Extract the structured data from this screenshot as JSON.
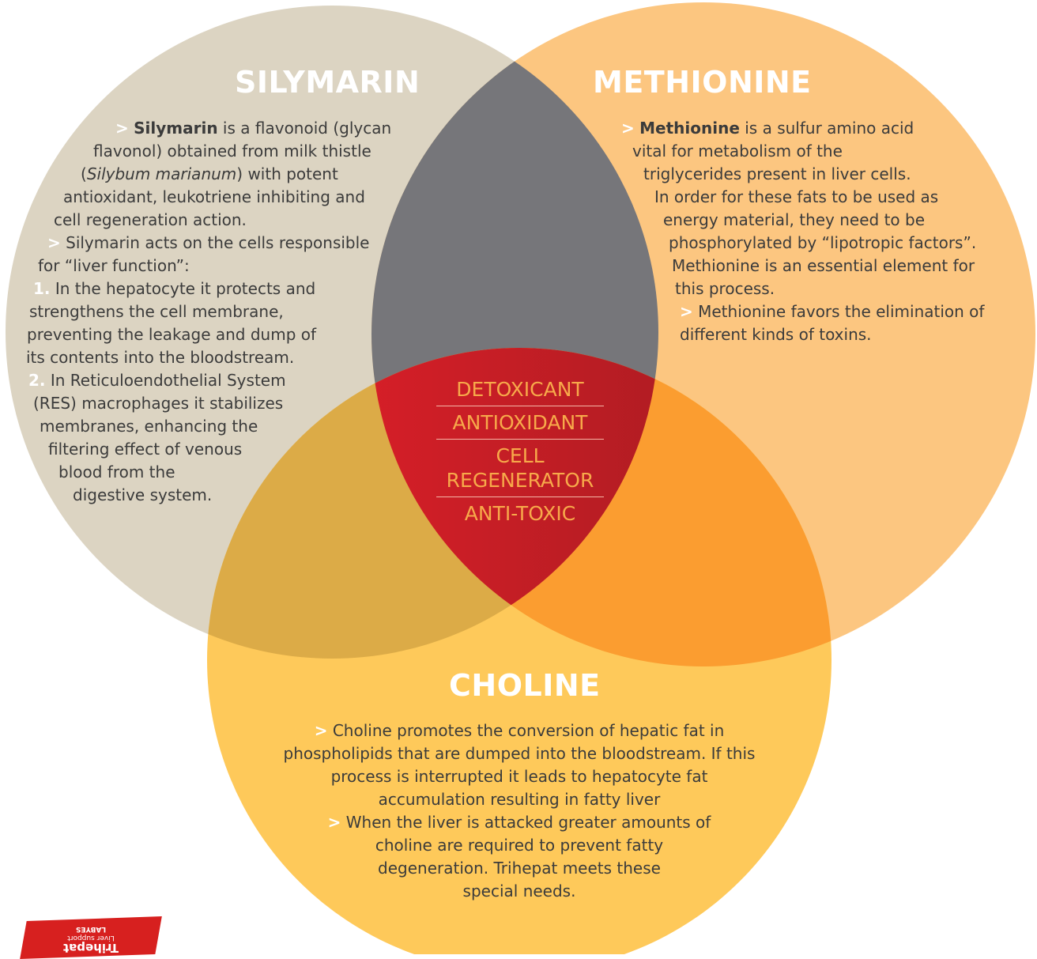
{
  "circles": {
    "silymarin": {
      "title": "SILYMARIN",
      "color": "#dcd4c2"
    },
    "methionine": {
      "title": "METHIONINE",
      "color": "#fcc680"
    },
    "choline": {
      "title": "CHOLINE",
      "color": "#fec95a"
    }
  },
  "silymarin_text": {
    "l1a": "Silymarin",
    "l1b": " is a flavonoid (glycan",
    "l2": "flavonol) obtained from milk thistle",
    "l3a": "(",
    "l3b": "Silybum marianum",
    "l3c": ") with potent",
    "l4": "antioxidant, leukotriene inhibiting and",
    "l5": "cell regeneration action.",
    "l6": " Silymarin acts on the cells responsible",
    "l7": "for “liver function”:",
    "n1": "1.",
    "l8": " In the hepatocyte it protects and",
    "l9": "strengthens the cell membrane,",
    "l10": "preventing the leakage and dump of",
    "l11": "its contents into the bloodstream.",
    "n2": "2.",
    "l12": " In Reticuloendothelial System",
    "l13": "(RES) macrophages it stabilizes",
    "l14": "membranes, enhancing the",
    "l15": "filtering effect of venous",
    "l16": "blood from the",
    "l17": "digestive system."
  },
  "methionine_text": {
    "l1a": "Methionine",
    "l1b": " is a sulfur amino acid",
    "l2": "vital for metabolism of the",
    "l3": "triglycerides present in liver cells.",
    "l4": "In order for these fats to be used as",
    "l5": "energy material, they need to be",
    "l6": "phosphorylated by “lipotropic factors”.",
    "l7": "Methionine is an essential element for",
    "l8": "this process.",
    "l9": " Methionine favors the elimination of",
    "l10": "different kinds of toxins."
  },
  "choline_text": {
    "l1": " Choline promotes the conversion of hepatic fat in",
    "l2": "phospholipids that are dumped into the bloodstream. If this",
    "l3": "process is interrupted it leads to hepatocyte fat",
    "l4": "accumulation resulting in fatty liver",
    "l5": " When the liver is attacked greater amounts of",
    "l6": "choline are required to prevent fatty",
    "l7": "degeneration. Trihepat meets these",
    "l8": "special needs."
  },
  "arrow_glyph": ">",
  "center": {
    "items": [
      "DETOXICANT",
      "ANTIOXIDANT",
      "CELL",
      "REGENERATOR",
      "ANTI-TOXIC"
    ]
  },
  "product": {
    "brand": "Trihepat",
    "sub": "Liver support",
    "maker": "LABYES"
  }
}
